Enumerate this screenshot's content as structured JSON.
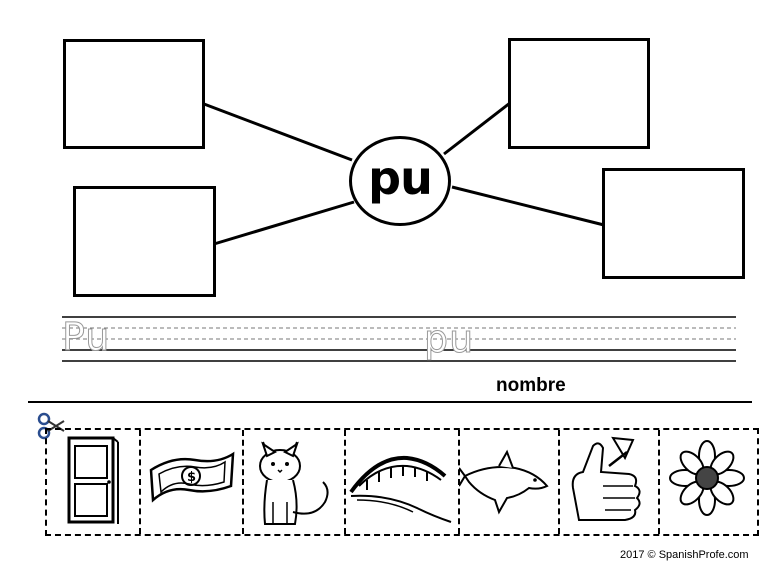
{
  "web_map": {
    "center_syllable": "pu"
  },
  "handwriting": {
    "trace_1": "Pu",
    "trace_2": "pu"
  },
  "name_label": "nombre",
  "cut_strip": {
    "scissors_icon": "scissors-icon",
    "pictures": [
      "door-icon",
      "money-icon",
      "cat-icon",
      "bridge-icon",
      "dolphin-icon",
      "thumb-icon",
      "flower-icon"
    ]
  },
  "footer": {
    "copyright": "2017 © SpanishProfe.com"
  }
}
